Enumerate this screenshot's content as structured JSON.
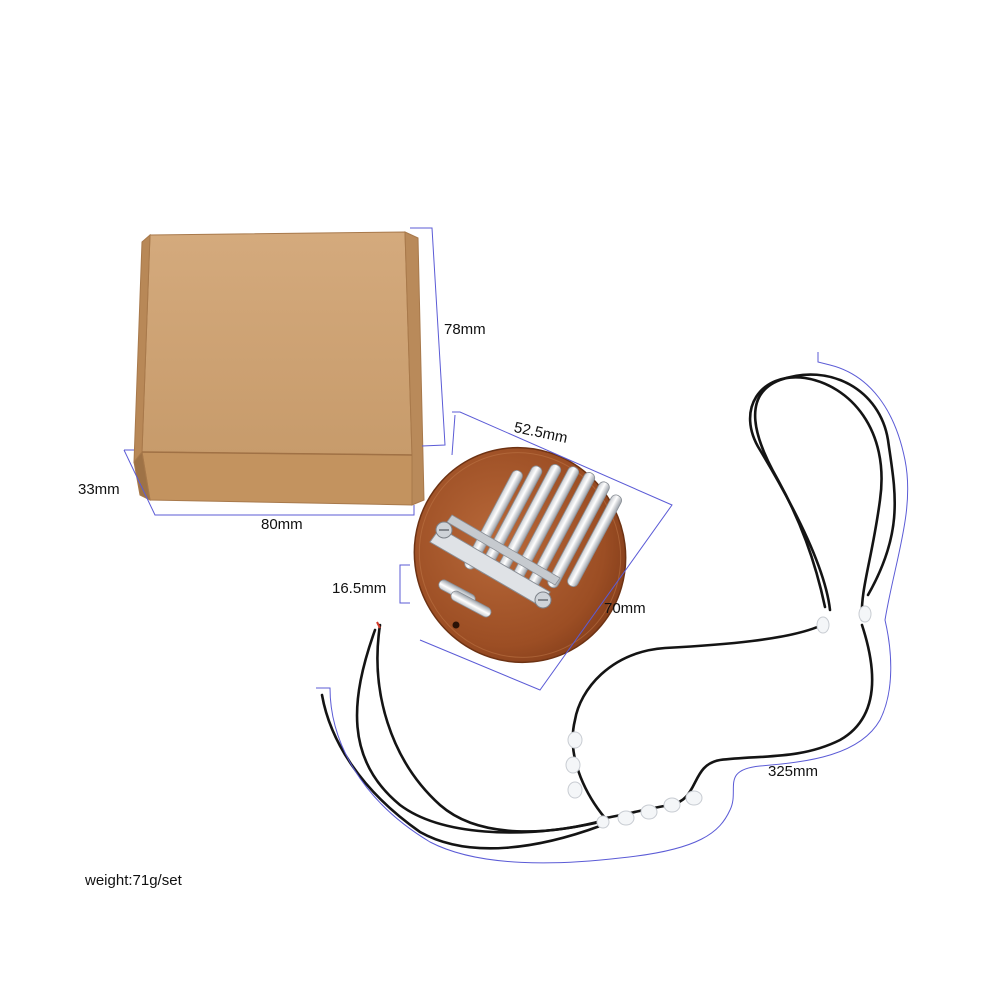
{
  "labels": {
    "box_height": "78mm",
    "box_depth": "33mm",
    "box_width": "80mm",
    "kalimba_width": "52.5mm",
    "kalimba_height": "70mm",
    "tine_section": "16.5mm",
    "cord_length": "325mm",
    "weight": "weight:71g/set"
  },
  "colors": {
    "dimension_line": "#5b5bd6",
    "box_front": "#c89a6a",
    "box_top": "#d2a777",
    "wood": "#9c4e24",
    "cord": "#141414",
    "background": "#ffffff"
  },
  "icons": {
    "box": "cardboard-box-icon",
    "kalimba": "kalimba-icon",
    "cord": "necklace-cord-icon"
  }
}
